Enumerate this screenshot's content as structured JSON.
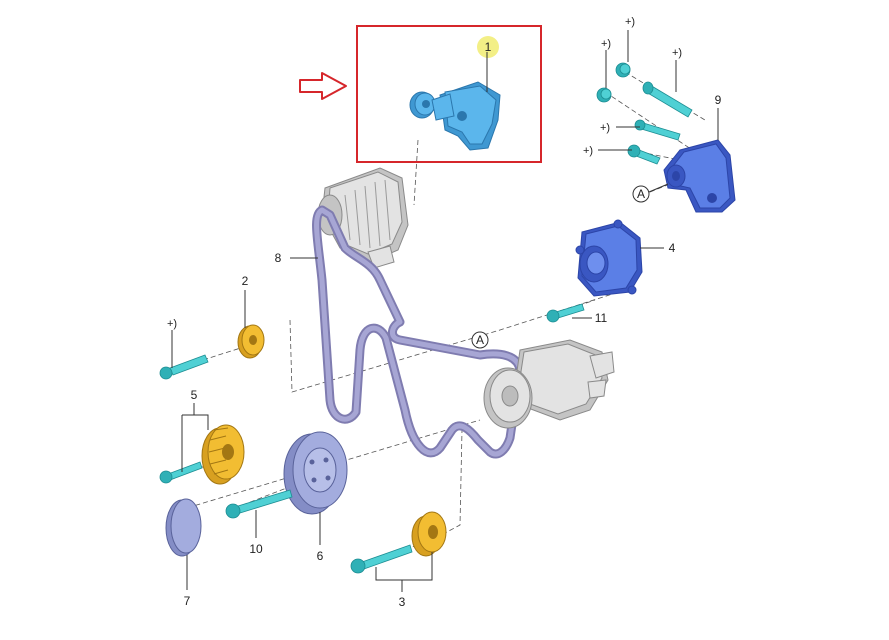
{
  "callouts": {
    "c1": "1",
    "c2": "2",
    "c3": "3",
    "c4": "4",
    "c5": "5",
    "c6": "6",
    "c7": "7",
    "c8": "8",
    "c9": "9",
    "c10": "10",
    "c11": "11"
  },
  "markers": {
    "ref_a": "A",
    "plus": "+)"
  },
  "highlight": {
    "frame_color": "#d6262b",
    "arrow_color": "#d6262b",
    "callout_marker_color": "#f3ef86"
  }
}
